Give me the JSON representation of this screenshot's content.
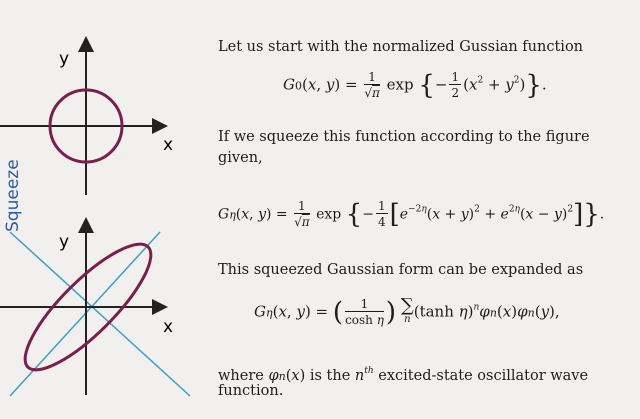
{
  "figure": {
    "top": {
      "y_label": "y",
      "x_label": "x"
    },
    "bottom": {
      "y_label": "y",
      "x_label": "x"
    },
    "side_label": "Squeeze",
    "colors": {
      "circle": "#7a1f4a",
      "diagonal": "#3f9fc0",
      "axes": "#222222",
      "side_label": "#2d5aa8"
    }
  },
  "text": {
    "line1": "Let us start with the normalized Gussian function",
    "line2a": "If we squeeze this function according to the figure",
    "line2b": "given,",
    "line3": "This squeezed Gaussian form can be expanded as",
    "line4a": "where",
    "line4b": "is the",
    "line4c": "excited-state oscillator wave",
    "line4d": "function."
  }
}
